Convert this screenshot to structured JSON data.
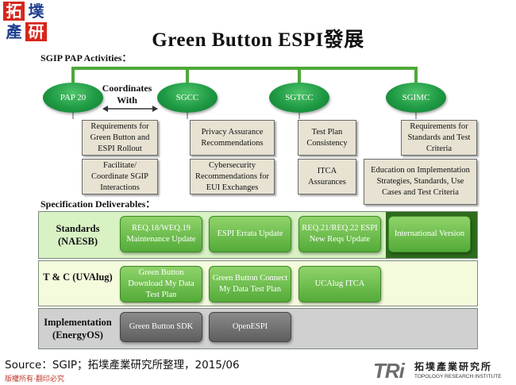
{
  "logo": {
    "chars": [
      "拓",
      "墣",
      "產",
      "研"
    ]
  },
  "title": "Green Button ESPI發展",
  "pap_activities_label": "SGIP PAP Activities：",
  "coordinates_with": "Coordinates With",
  "ovals": [
    "PAP 20",
    "SGCC",
    "SGTCC",
    "SGIMC"
  ],
  "tan_boxes": {
    "pap20_1": "Requirements for Green Button and ESPI Rollout",
    "pap20_2": "Facilitate/ Coordinate SGIP Interactions",
    "sgcc_1": "Privacy Assurance Recommendations",
    "sgcc_2": "Cybersecurity Recommendations for EUI Exchanges",
    "sgtcc_1": "Test Plan Consistency",
    "sgtcc_2": "ITCA Assurances",
    "sgimc_1": "Requirements for Standards and Test Criteria",
    "sgimc_2": "Education on Implementation Strategies, Standards, Use Cases and Test Criteria"
  },
  "spec_deliverables_label": "Specification Deliverables：",
  "rows": {
    "standards": {
      "label": "Standards (NAESB)",
      "items": [
        "REQ.18/WEQ.19 Maintenance Update",
        "ESPI Errata Update",
        "REQ.21/REQ.22 ESPI New Reqs Update",
        "International Version"
      ]
    },
    "tc": {
      "label": "T & C (UVAlug)",
      "items": [
        "Green Button Download My Data Test Plan",
        "Green Button Connect My Data Test Plan",
        "UCAlug ITCA"
      ]
    },
    "impl": {
      "label": "Implementation (EnergyOS)",
      "items": [
        "Green Button SDK",
        "OpenESPI"
      ]
    }
  },
  "source": "Source：SGIP；拓墣產業研究所整理，2015/06",
  "footer_left": "版權所有‧翻印必究",
  "footer_logo": {
    "mark": "TRi",
    "name_zh": "拓墣產業研究所",
    "name_en": "TOPOLOGY RESEARCH INSTITUTE"
  },
  "colors": {
    "oval_green": "#1f9a44",
    "tan_box": "#e7e2d2",
    "standards_row": "#d8f2c4",
    "tc_row": "#f4fbdd",
    "impl_row": "#d0d0d0",
    "green_box": "#6cbf4c",
    "gray_box": "#6e6e6e",
    "dark_panel": "#2f6b1c",
    "logo_red": "#d6261c"
  }
}
